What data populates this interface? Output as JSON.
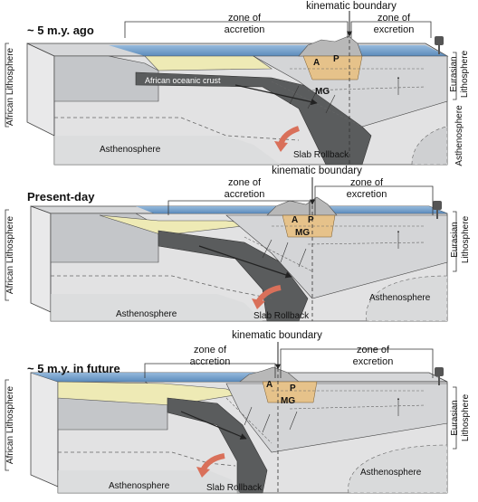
{
  "panels": [
    {
      "time_label": "~ 5 m.y. ago",
      "zone_accretion": [
        "zone of",
        "accretion"
      ],
      "kinematic_boundary": "kinematic boundary",
      "zone_excretion": [
        "zone of",
        "excretion"
      ],
      "left_lithosphere": "African Lithosphere",
      "right_lithosphere": [
        "Eurasian",
        "Lithosphere"
      ],
      "right_asthenosphere": "Asthenosphere",
      "bottom_asthenosphere": "Asthenosphere",
      "oceanic_crust": "African oceanic crust",
      "slab_rollback": "Slab Rollback",
      "a": "A",
      "p": "P",
      "mg": "MG"
    },
    {
      "time_label": "Present-day",
      "zone_accretion": [
        "zone of",
        "accretion"
      ],
      "kinematic_boundary": "kinematic boundary",
      "zone_excretion": [
        "zone of",
        "excretion"
      ],
      "left_lithosphere": "African Lithosphere",
      "right_lithosphere": [
        "Eurasian",
        "Lithosphere"
      ],
      "mantle_asthenosphere": "Asthenosphere",
      "bottom_asthenosphere": "Asthenosphere",
      "slab_rollback": "Slab Rollback",
      "a": "A",
      "p": "P",
      "mg": "MG"
    },
    {
      "time_label": "~ 5 m.y. in future",
      "zone_accretion": [
        "zone of",
        "accretion"
      ],
      "kinematic_boundary": "kinematic boundary",
      "zone_excretion": [
        "zone of",
        "excretion"
      ],
      "left_lithosphere": "African Lithosphere",
      "right_lithosphere": [
        "Eurasian",
        "Lithosphere"
      ],
      "mantle_asthenosphere": "Asthenosphere",
      "bottom_asthenosphere": "Asthenosphere",
      "slab_rollback": "Slab Rollback",
      "a": "A",
      "p": "P",
      "mg": "MG"
    }
  ],
  "colors": {
    "sea": "#6f9fcf",
    "sea_dark": "#4d7fb4",
    "sediment": "#eeeab5",
    "block_top": "#cfd0d2",
    "block_side": "#bfc1c4",
    "block_front": "#e3e3e4",
    "slab": "#555758",
    "orogen": "#e6c28a",
    "arrow": "#d9705a"
  }
}
